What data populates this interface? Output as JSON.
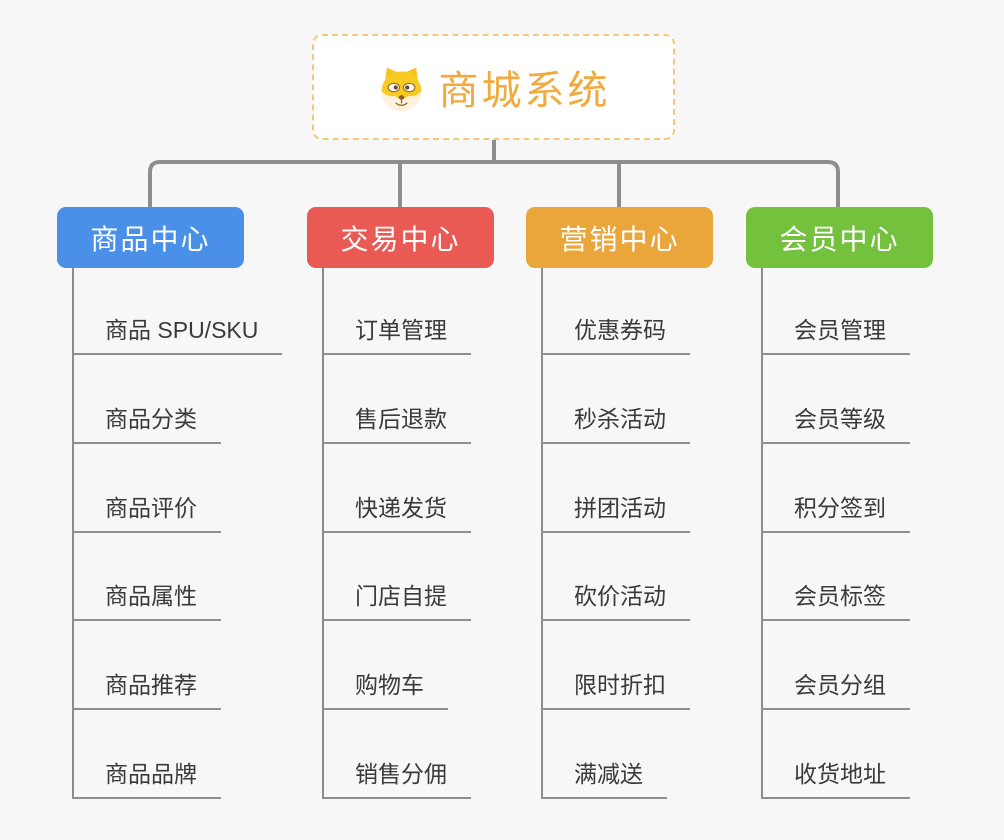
{
  "page": {
    "background_color": "#f7f7f7",
    "connector_color": "#8e8e8e"
  },
  "root": {
    "label": "商城系统",
    "icon": "dog-face-icon",
    "text_color": "#f2a93d",
    "border_color": "#f3c87d"
  },
  "branches": [
    {
      "label": "商品中心",
      "color": "#4a90e8",
      "items": [
        "商品 SPU/SKU",
        "商品分类",
        "商品评价",
        "商品属性",
        "商品推荐",
        "商品品牌"
      ]
    },
    {
      "label": "交易中心",
      "color": "#e85a53",
      "items": [
        "订单管理",
        "售后退款",
        "快递发货",
        "门店自提",
        "购物车",
        "销售分佣"
      ]
    },
    {
      "label": "营销中心",
      "color": "#eaa63a",
      "items": [
        "优惠券码",
        "秒杀活动",
        "拼团活动",
        "砍价活动",
        "限时折扣",
        "满减送"
      ]
    },
    {
      "label": "会员中心",
      "color": "#73c13c",
      "items": [
        "会员管理",
        "会员等级",
        "积分签到",
        "会员标签",
        "会员分组",
        "收货地址"
      ]
    }
  ]
}
